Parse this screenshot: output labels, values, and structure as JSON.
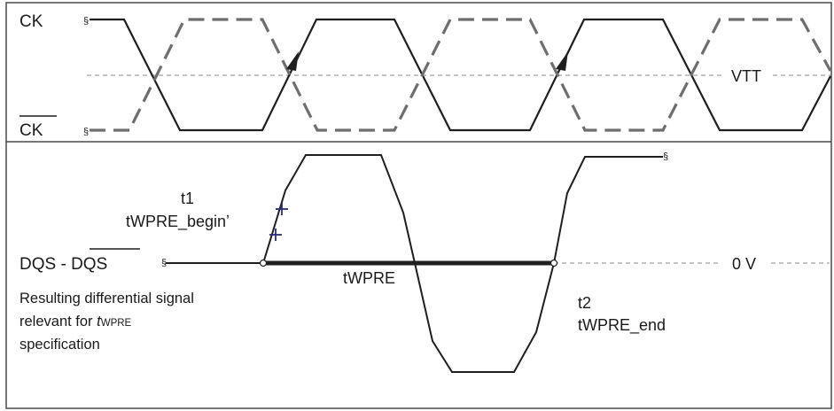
{
  "colors": {
    "frame": "#4a4a4a",
    "signal": "#1f1f1f",
    "ck_bar": "#6e6e6e",
    "reference_line": "#8a8a8a",
    "marker": "#2b2b7a",
    "background": "#ffffff"
  },
  "clock_panel": {
    "ck_label": "CK",
    "ck_bar_label": "CK",
    "vtt_label": "VTT"
  },
  "dqs_panel": {
    "dqs_label_prefix": "DQS - ",
    "dqs_label_bar": "DQS",
    "zero_label": "0 V",
    "twpre_label": "tWPRE",
    "t1": {
      "name": "t1",
      "label": "tWPRE_beginʼ"
    },
    "t2": {
      "name": "t2",
      "label": "tWPRE_end"
    },
    "caption": {
      "line1": "Resulting differential signal",
      "line2_prefix": "relevant for ",
      "line2_italic": "t",
      "line2_sub": "WPRE",
      "line3": "specification"
    }
  }
}
